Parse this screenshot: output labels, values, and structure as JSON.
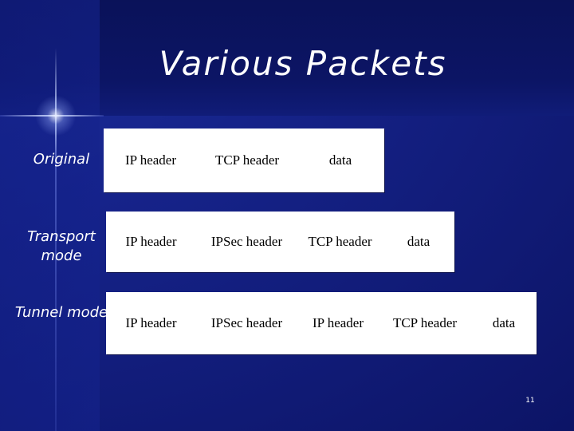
{
  "slide": {
    "title": "Various Packets",
    "page_number": "11"
  },
  "rows": [
    {
      "label": "Original",
      "cells": [
        "IP header",
        "TCP header",
        "data"
      ]
    },
    {
      "label": "Transport mode",
      "cells": [
        "IP header",
        "IPSec header",
        "TCP header",
        "data"
      ]
    },
    {
      "label": "Tunnel mode",
      "cells": [
        "IP header",
        "IPSec header",
        "IP header",
        "TCP header",
        "data"
      ]
    }
  ],
  "colors": {
    "background": "#14228c",
    "packet_fill": "#ffffff",
    "text_light": "#ffffff",
    "text_dark": "#000000"
  }
}
